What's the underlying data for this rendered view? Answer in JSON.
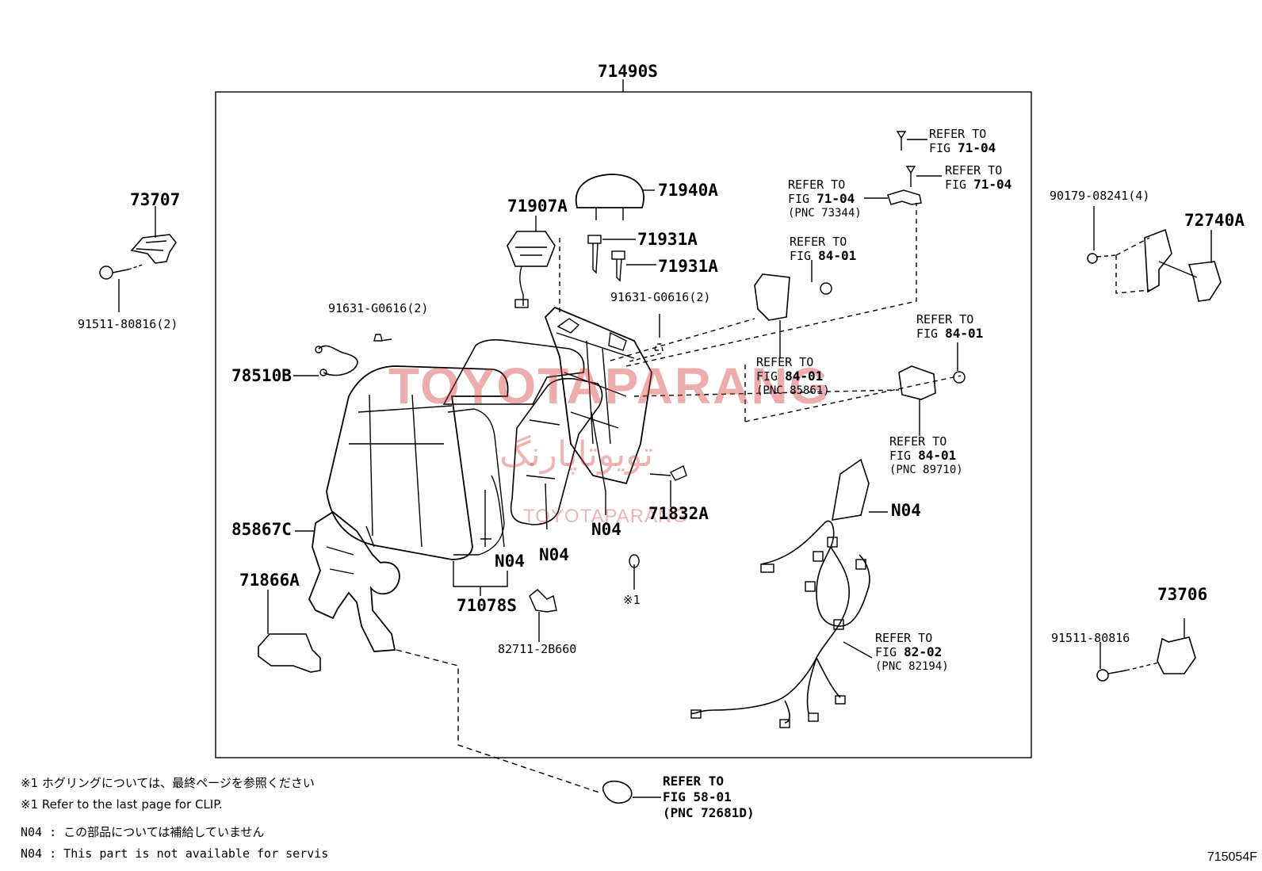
{
  "labels": {
    "assembly": "71490S",
    "headrest": "71940A",
    "headrest_support_1": "71931A",
    "headrest_support_2": "71931A",
    "lock": "71907A",
    "bolt_left_top": "91631-G0616(2)",
    "bolt_mid_top": "91631-G0616(2)",
    "cable": "78510B",
    "bracket_left": "73707",
    "bolt_left_bracket": "91511-80816(2)",
    "hinge_right": "72740A",
    "screw_right": "90179-08241(4)",
    "bracket_right": "73706",
    "bolt_right_bracket": "91511-80816",
    "belt_guide": "85867C",
    "latch": "71866A",
    "pad": "71832A",
    "cover_set": "71078S",
    "hog_ring": "82711-2B660",
    "clip_note_mark": "※1",
    "n04_a": "N04",
    "n04_b": "N04",
    "n04_c": "N04",
    "n04_d": "N04",
    "figure_number": "715054F"
  },
  "refs": [
    {
      "line1": "REFER TO",
      "line2_prefix": "FIG",
      "fig": "71-04",
      "pnc": ""
    },
    {
      "line1": "REFER TO",
      "line2_prefix": "FIG",
      "fig": "71-04",
      "pnc": ""
    },
    {
      "line1": "REFER TO",
      "line2_prefix": "FIG",
      "fig": "71-04",
      "pnc": "(PNC 73344)"
    },
    {
      "line1": "REFER TO",
      "line2_prefix": "FIG",
      "fig": "84-01",
      "pnc": ""
    },
    {
      "line1": "REFER TO",
      "line2_prefix": "FIG",
      "fig": "84-01",
      "pnc": ""
    },
    {
      "line1": "REFER TO",
      "line2_prefix": "FIG",
      "fig": "84-01",
      "pnc": "(PNC 85861)"
    },
    {
      "line1": "REFER TO",
      "line2_prefix": "FIG",
      "fig": "84-01",
      "pnc": "(PNC 89710)"
    },
    {
      "line1": "REFER TO",
      "line2_prefix": "FIG",
      "fig": "82-02",
      "pnc": "(PNC 82194)"
    },
    {
      "line1": "REFER TO",
      "line2_prefix": "FIG",
      "fig": "58-01",
      "pnc": "(PNC 72681D)"
    }
  ],
  "notes": [
    "※1 ホグリングについては、最終ページを参照ください",
    "※1 Refer to the last page for CLIP.",
    "N04 : この部品については補給していません",
    "N04 : This part is not available for servis"
  ],
  "watermarks": [
    "TOYOTAPARANG",
    "تویوتاپارنگ",
    "TOYOTAPARANG"
  ]
}
